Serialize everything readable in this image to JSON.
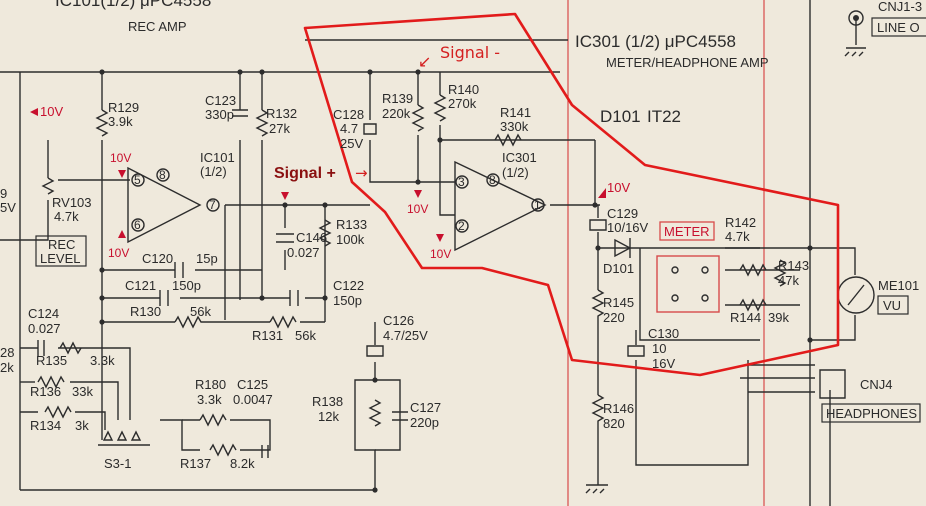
{
  "header": {
    "ic101_title": "IC101(1/2) μPC4558",
    "ic101_sub": "REC AMP",
    "ic301_title": "IC301 (1/2) μPC4558",
    "ic301_sub": "METER/HEADPHONE AMP",
    "connector_top": "CNJ1-3",
    "line_out": "LINE O"
  },
  "annotations": {
    "signal_minus": "Signal -",
    "signal_plus": "Signal +",
    "arrow_minus": "↙",
    "arrow_plus": "→",
    "highlight_color": "#e21b1b"
  },
  "voltages": {
    "v_left": "10V",
    "v_ic101_5": "10V",
    "v_ic101_6": "10V",
    "v_ic301_3": "10V",
    "v_ic301_2": "10V",
    "v_out": "10V"
  },
  "ic101": {
    "name": "IC101",
    "half": "(1/2)",
    "pin5": "5",
    "pin6": "6",
    "pin7": "7",
    "pin8": "8"
  },
  "ic301": {
    "name": "IC301",
    "half": "(1/2)",
    "pin3": "3",
    "pin2": "2",
    "pin1": "1",
    "pin8": "8"
  },
  "components": {
    "r129": {
      "ref": "R129",
      "val": "3.9k"
    },
    "c123": {
      "ref": "C123",
      "val": "330p"
    },
    "r132": {
      "ref": "R132",
      "val": "27k"
    },
    "c128": {
      "ref": "C128",
      "val1": "4.7",
      "val2": "25V"
    },
    "r139": {
      "ref": "R139",
      "val": "220k"
    },
    "r140": {
      "ref": "R140",
      "val": "270k"
    },
    "r141": {
      "ref": "R141",
      "val": "330k"
    },
    "d101": {
      "ref": "D101",
      "val": "IT22",
      "ref2": "D101"
    },
    "rv103": {
      "ref": "RV103",
      "val": "4.7k"
    },
    "rec_level": {
      "l1": "REC",
      "l2": "LEVEL"
    },
    "c120": {
      "ref": "C120",
      "val": "15p"
    },
    "c121": {
      "ref": "C121",
      "val": "150p"
    },
    "r130": {
      "ref": "R130",
      "val": "56k"
    },
    "c146": {
      "ref": "C146",
      "val": "0.027"
    },
    "r133": {
      "ref": "R133",
      "val": "100k"
    },
    "c122": {
      "ref": "C122",
      "val": "150p"
    },
    "r131": {
      "ref": "R131",
      "val": "56k"
    },
    "c126": {
      "ref": "C126",
      "val": "4.7/25V"
    },
    "c129": {
      "ref": "C129",
      "val": "10/16V"
    },
    "meter_label": "METER",
    "r142": {
      "ref": "R142",
      "val": "4.7k"
    },
    "r143": {
      "ref": "R143",
      "val": "47k"
    },
    "r144": {
      "ref": "R144",
      "val": "39k"
    },
    "r145": {
      "ref": "R145",
      "val": "220"
    },
    "c130": {
      "ref": "C130",
      "val1": "10",
      "val2": "16V"
    },
    "me101": {
      "ref": "ME101",
      "val": "VU"
    },
    "c124": {
      "ref": "C124",
      "val": "0.027"
    },
    "r135": {
      "ref": "R135",
      "val": "3.3k"
    },
    "r136": {
      "ref": "R136",
      "val": "33k"
    },
    "r134": {
      "ref": "R134",
      "val": "3k"
    },
    "r180": {
      "ref": "R180",
      "val": "3.3k"
    },
    "c125": {
      "ref": "C125",
      "val": "0.0047"
    },
    "r137": {
      "ref": "R137",
      "val": "8.2k"
    },
    "s3": {
      "ref": "S3-1"
    },
    "r138": {
      "ref": "R138",
      "val": "12k"
    },
    "c127": {
      "ref": "C127",
      "val": "220p"
    },
    "r146": {
      "ref": "R146",
      "val": "820"
    },
    "cnj4": {
      "ref": "CNJ4"
    },
    "headphones": "HEADPHONES",
    "left_a": "9",
    "left_b": "5V",
    "left_c": "28",
    "left_d": "2k"
  }
}
